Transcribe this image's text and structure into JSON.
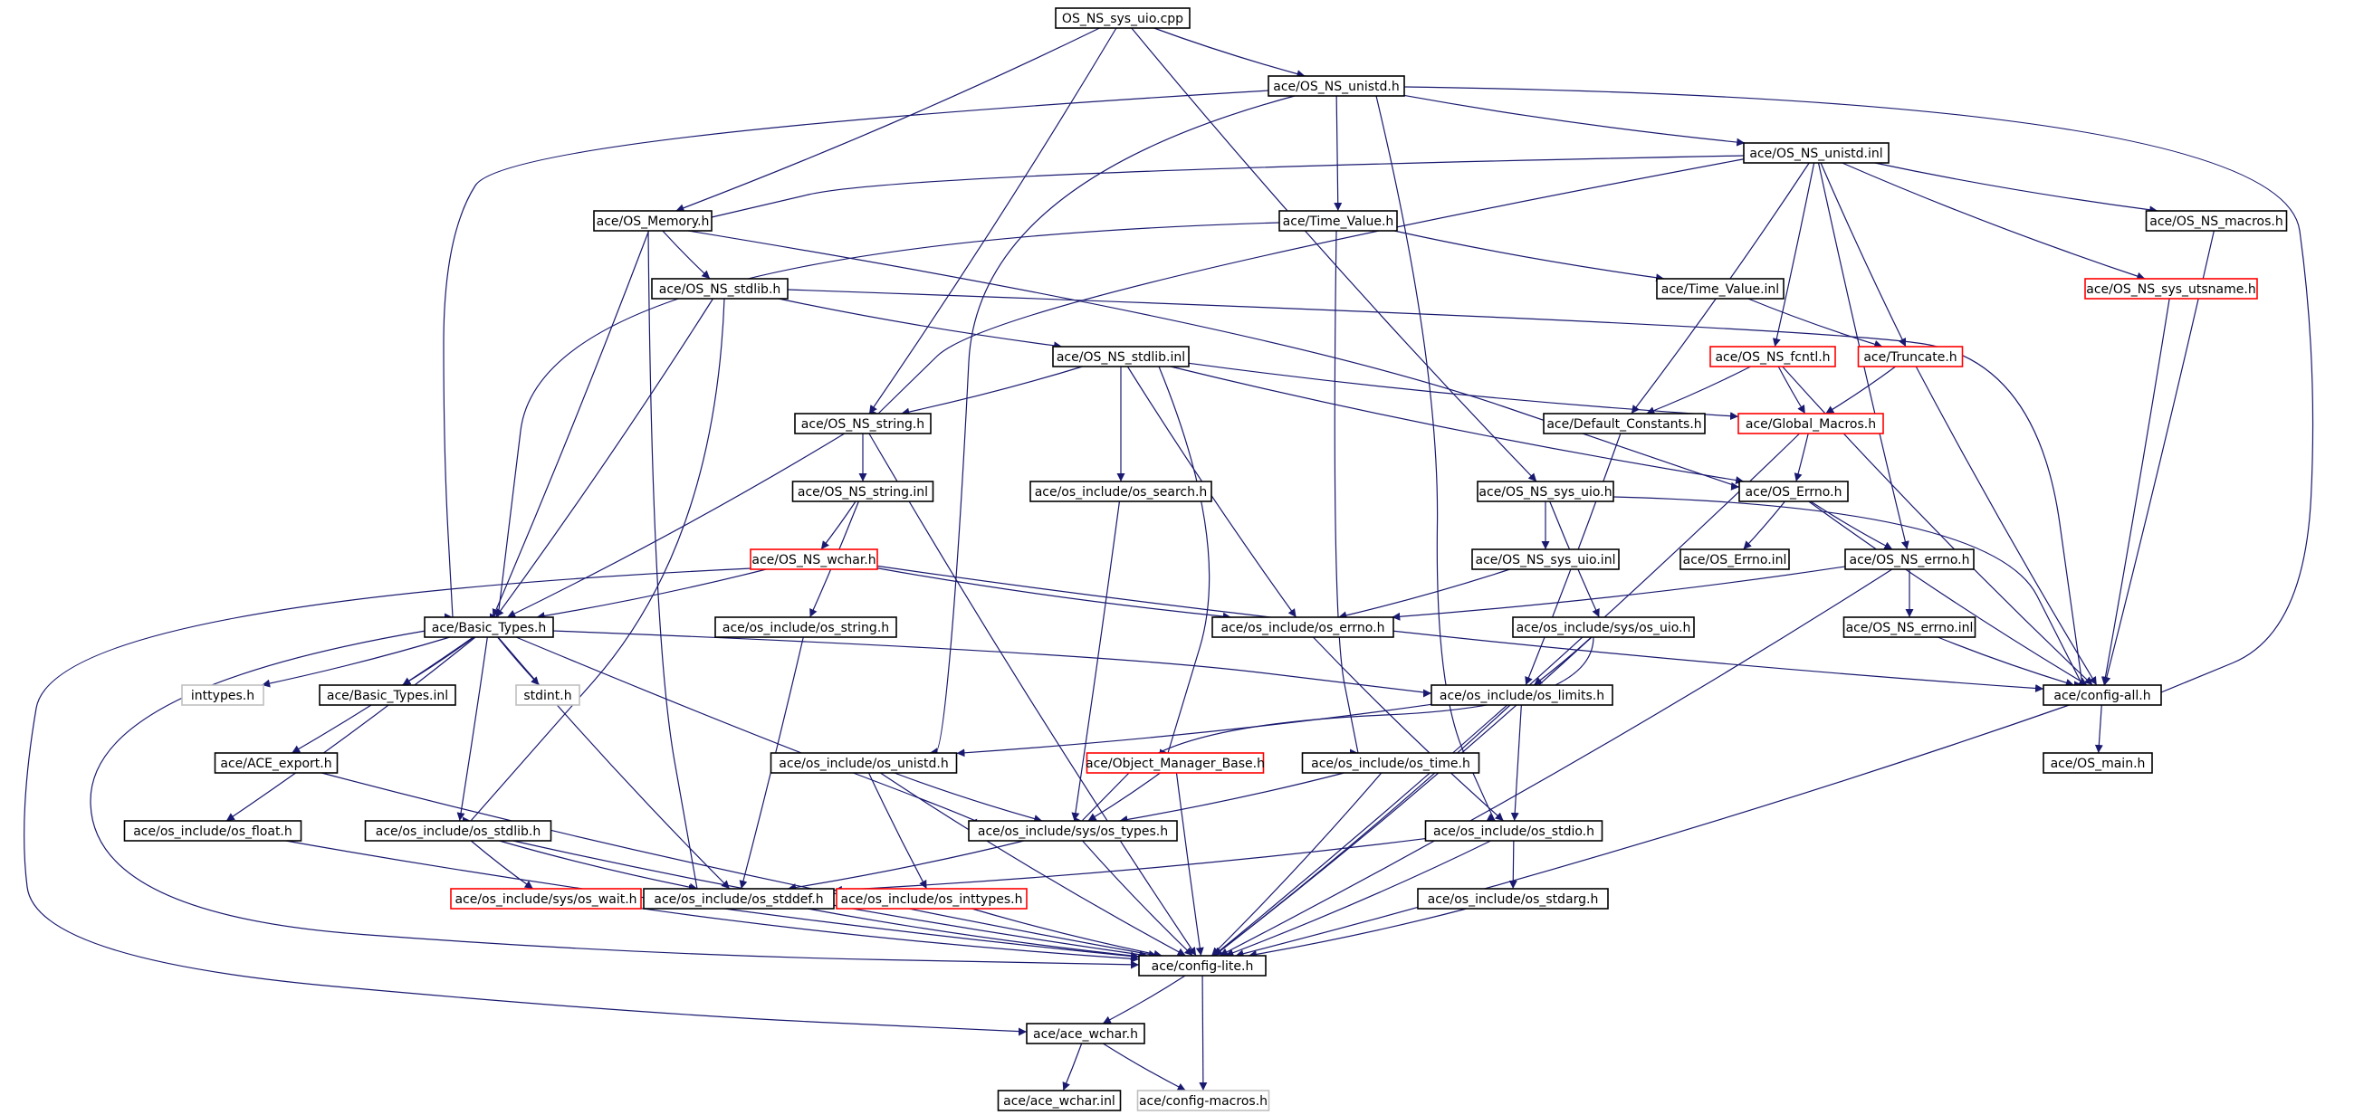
{
  "colors": {
    "edge": "#191970",
    "node_border": "#000000",
    "red_border": "#ff0000",
    "grey_border": "#bfbfbf",
    "root_fill": "#bfbfbf",
    "background": "#ffffff"
  },
  "nodes": [
    {
      "id": "root",
      "label": "OS_NS_sys_uio.cpp",
      "style": "root"
    },
    {
      "id": "unistd_h",
      "label": "ace/OS_NS_unistd.h",
      "style": "normal"
    },
    {
      "id": "unistd_inl",
      "label": "ace/OS_NS_unistd.inl",
      "style": "normal"
    },
    {
      "id": "memory_h",
      "label": "ace/OS_Memory.h",
      "style": "normal"
    },
    {
      "id": "time_value_h",
      "label": "ace/Time_Value.h",
      "style": "normal"
    },
    {
      "id": "macros_h",
      "label": "ace/OS_NS_macros.h",
      "style": "normal"
    },
    {
      "id": "stdlib_h",
      "label": "ace/OS_NS_stdlib.h",
      "style": "normal"
    },
    {
      "id": "time_value_inl",
      "label": "ace/Time_Value.inl",
      "style": "normal"
    },
    {
      "id": "utsname_h",
      "label": "ace/OS_NS_sys_utsname.h",
      "style": "red"
    },
    {
      "id": "stdlib_inl",
      "label": "ace/OS_NS_stdlib.inl",
      "style": "normal"
    },
    {
      "id": "fcntl_h",
      "label": "ace/OS_NS_fcntl.h",
      "style": "red"
    },
    {
      "id": "truncate_h",
      "label": "ace/Truncate.h",
      "style": "red"
    },
    {
      "id": "string_h",
      "label": "ace/OS_NS_string.h",
      "style": "normal"
    },
    {
      "id": "default_constants_h",
      "label": "ace/Default_Constants.h",
      "style": "normal"
    },
    {
      "id": "global_macros_h",
      "label": "ace/Global_Macros.h",
      "style": "red"
    },
    {
      "id": "string_inl",
      "label": "ace/OS_NS_string.inl",
      "style": "normal"
    },
    {
      "id": "os_search_h",
      "label": "ace/os_include/os_search.h",
      "style": "normal"
    },
    {
      "id": "sys_uio_h",
      "label": "ace/OS_NS_sys_uio.h",
      "style": "normal"
    },
    {
      "id": "os_errno_ace_h",
      "label": "ace/OS_Errno.h",
      "style": "normal"
    },
    {
      "id": "wchar_h",
      "label": "ace/OS_NS_wchar.h",
      "style": "red"
    },
    {
      "id": "sys_uio_inl",
      "label": "ace/OS_NS_sys_uio.inl",
      "style": "normal"
    },
    {
      "id": "os_errno_inl",
      "label": "ace/OS_Errno.inl",
      "style": "normal"
    },
    {
      "id": "ns_errno_h",
      "label": "ace/OS_NS_errno.h",
      "style": "normal"
    },
    {
      "id": "basic_types_h",
      "label": "ace/Basic_Types.h",
      "style": "normal"
    },
    {
      "id": "os_string_h",
      "label": "ace/os_include/os_string.h",
      "style": "normal"
    },
    {
      "id": "os_errno_h",
      "label": "ace/os_include/os_errno.h",
      "style": "normal"
    },
    {
      "id": "sys_os_uio_h",
      "label": "ace/os_include/sys/os_uio.h",
      "style": "normal"
    },
    {
      "id": "ns_errno_inl",
      "label": "ace/OS_NS_errno.inl",
      "style": "normal"
    },
    {
      "id": "inttypes_h",
      "label": "inttypes.h",
      "style": "grey"
    },
    {
      "id": "basic_types_inl",
      "label": "ace/Basic_Types.inl",
      "style": "normal"
    },
    {
      "id": "stdint_h",
      "label": "stdint.h",
      "style": "grey"
    },
    {
      "id": "os_limits_h",
      "label": "ace/os_include/os_limits.h",
      "style": "normal"
    },
    {
      "id": "config_all_h",
      "label": "ace/config-all.h",
      "style": "normal"
    },
    {
      "id": "ace_export_h",
      "label": "ace/ACE_export.h",
      "style": "normal"
    },
    {
      "id": "os_unistd_h",
      "label": "ace/os_include/os_unistd.h",
      "style": "normal"
    },
    {
      "id": "obj_mgr_h",
      "label": "ace/Object_Manager_Base.h",
      "style": "red"
    },
    {
      "id": "os_time_h",
      "label": "ace/os_include/os_time.h",
      "style": "normal"
    },
    {
      "id": "os_main_h",
      "label": "ace/OS_main.h",
      "style": "normal"
    },
    {
      "id": "os_float_h",
      "label": "ace/os_include/os_float.h",
      "style": "normal"
    },
    {
      "id": "os_stdlib_h",
      "label": "ace/os_include/os_stdlib.h",
      "style": "normal"
    },
    {
      "id": "sys_os_types_h",
      "label": "ace/os_include/sys/os_types.h",
      "style": "normal"
    },
    {
      "id": "os_stdio_h",
      "label": "ace/os_include/os_stdio.h",
      "style": "normal"
    },
    {
      "id": "sys_os_wait_h",
      "label": "ace/os_include/sys/os_wait.h",
      "style": "red"
    },
    {
      "id": "os_stddef_h",
      "label": "ace/os_include/os_stddef.h",
      "style": "normal"
    },
    {
      "id": "os_inttypes_h",
      "label": "ace/os_include/os_inttypes.h",
      "style": "red"
    },
    {
      "id": "os_stdarg_h",
      "label": "ace/os_include/os_stdarg.h",
      "style": "normal"
    },
    {
      "id": "config_lite_h",
      "label": "ace/config-lite.h",
      "style": "normal"
    },
    {
      "id": "ace_wchar_h",
      "label": "ace/ace_wchar.h",
      "style": "normal"
    },
    {
      "id": "ace_wchar_inl",
      "label": "ace/ace_wchar.inl",
      "style": "normal"
    },
    {
      "id": "config_macros_h",
      "label": "ace/config-macros.h",
      "style": "grey"
    }
  ],
  "edges": [
    [
      "root",
      "unistd_h"
    ],
    [
      "root",
      "memory_h"
    ],
    [
      "root",
      "string_h"
    ],
    [
      "root",
      "sys_uio_h"
    ],
    [
      "unistd_h",
      "unistd_inl"
    ],
    [
      "unistd_h",
      "time_value_h"
    ],
    [
      "unistd_h",
      "basic_types_h"
    ],
    [
      "unistd_h",
      "os_unistd_h"
    ],
    [
      "unistd_h",
      "config_all_h"
    ],
    [
      "unistd_h",
      "os_stdio_h"
    ],
    [
      "unistd_inl",
      "memory_h"
    ],
    [
      "unistd_inl",
      "string_h"
    ],
    [
      "unistd_inl",
      "default_constants_h"
    ],
    [
      "unistd_inl",
      "fcntl_h"
    ],
    [
      "unistd_inl",
      "truncate_h"
    ],
    [
      "unistd_inl",
      "ns_errno_h"
    ],
    [
      "unistd_inl",
      "utsname_h"
    ],
    [
      "unistd_inl",
      "macros_h"
    ],
    [
      "memory_h",
      "stdlib_h"
    ],
    [
      "memory_h",
      "basic_types_h"
    ],
    [
      "memory_h",
      "os_stddef_h"
    ],
    [
      "memory_h",
      "os_errno_ace_h"
    ],
    [
      "time_value_h",
      "time_value_inl"
    ],
    [
      "time_value_h",
      "basic_types_h"
    ],
    [
      "time_value_h",
      "os_time_h"
    ],
    [
      "time_value_inl",
      "truncate_h"
    ],
    [
      "macros_h",
      "config_all_h"
    ],
    [
      "utsname_h",
      "config_all_h"
    ],
    [
      "stdlib_h",
      "stdlib_inl"
    ],
    [
      "stdlib_h",
      "basic_types_h"
    ],
    [
      "stdlib_h",
      "os_stdlib_h"
    ],
    [
      "stdlib_h",
      "config_all_h"
    ],
    [
      "stdlib_inl",
      "string_h"
    ],
    [
      "stdlib_inl",
      "global_macros_h"
    ],
    [
      "stdlib_inl",
      "os_search_h"
    ],
    [
      "stdlib_inl",
      "os_errno_h"
    ],
    [
      "stdlib_inl",
      "obj_mgr_h"
    ],
    [
      "stdlib_inl",
      "os_errno_ace_h"
    ],
    [
      "fcntl_h",
      "default_constants_h"
    ],
    [
      "fcntl_h",
      "global_macros_h"
    ],
    [
      "fcntl_h",
      "config_all_h"
    ],
    [
      "truncate_h",
      "global_macros_h"
    ],
    [
      "truncate_h",
      "config_all_h"
    ],
    [
      "string_h",
      "string_inl"
    ],
    [
      "string_h",
      "basic_types_h"
    ],
    [
      "string_h",
      "config_lite_h"
    ],
    [
      "default_constants_h",
      "os_limits_h"
    ],
    [
      "global_macros_h",
      "os_errno_ace_h"
    ],
    [
      "global_macros_h",
      "config_lite_h"
    ],
    [
      "string_inl",
      "wchar_h"
    ],
    [
      "string_inl",
      "os_string_h"
    ],
    [
      "os_search_h",
      "sys_os_types_h"
    ],
    [
      "sys_uio_h",
      "sys_uio_inl"
    ],
    [
      "sys_uio_h",
      "sys_os_uio_h"
    ],
    [
      "sys_uio_h",
      "config_all_h"
    ],
    [
      "os_errno_ace_h",
      "os_errno_inl"
    ],
    [
      "os_errno_ace_h",
      "ns_errno_h"
    ],
    [
      "os_errno_ace_h",
      "config_all_h"
    ],
    [
      "wchar_h",
      "basic_types_h"
    ],
    [
      "wchar_h",
      "os_errno_h"
    ],
    [
      "wchar_h",
      "config_all_h"
    ],
    [
      "wchar_h",
      "ace_wchar_h"
    ],
    [
      "sys_uio_inl",
      "os_errno_h"
    ],
    [
      "ns_errno_h",
      "os_errno_h"
    ],
    [
      "ns_errno_h",
      "ns_errno_inl"
    ],
    [
      "ns_errno_h",
      "config_lite_h"
    ],
    [
      "ns_errno_inl",
      "config_all_h"
    ],
    [
      "basic_types_h",
      "inttypes_h"
    ],
    [
      "basic_types_h",
      "basic_types_inl"
    ],
    [
      "basic_types_h",
      "stdint_h"
    ],
    [
      "basic_types_h",
      "ace_export_h"
    ],
    [
      "basic_types_h",
      "os_float_h"
    ],
    [
      "basic_types_h",
      "os_stdlib_h"
    ],
    [
      "basic_types_h",
      "os_limits_h"
    ],
    [
      "basic_types_h",
      "sys_os_types_h"
    ],
    [
      "basic_types_h",
      "os_stddef_h"
    ],
    [
      "basic_types_h",
      "config_lite_h"
    ],
    [
      "os_string_h",
      "os_stddef_h"
    ],
    [
      "os_errno_h",
      "os_stdio_h"
    ],
    [
      "sys_os_uio_h",
      "os_limits_h"
    ],
    [
      "sys_os_uio_h",
      "sys_os_types_h"
    ],
    [
      "sys_os_uio_h",
      "config_lite_h"
    ],
    [
      "os_limits_h",
      "os_unistd_h"
    ],
    [
      "os_limits_h",
      "os_stdio_h"
    ],
    [
      "os_limits_h",
      "config_lite_h"
    ],
    [
      "config_all_h",
      "os_main_h"
    ],
    [
      "config_all_h",
      "config_lite_h"
    ],
    [
      "ace_export_h",
      "config_lite_h"
    ],
    [
      "os_unistd_h",
      "sys_os_types_h"
    ],
    [
      "os_unistd_h",
      "os_inttypes_h"
    ],
    [
      "os_unistd_h",
      "config_lite_h"
    ],
    [
      "obj_mgr_h",
      "sys_os_types_h"
    ],
    [
      "obj_mgr_h",
      "config_lite_h"
    ],
    [
      "os_time_h",
      "sys_os_types_h"
    ],
    [
      "os_time_h",
      "config_lite_h"
    ],
    [
      "os_float_h",
      "config_lite_h"
    ],
    [
      "os_stdlib_h",
      "sys_os_wait_h"
    ],
    [
      "os_stdlib_h",
      "os_stddef_h"
    ],
    [
      "os_stdlib_h",
      "config_lite_h"
    ],
    [
      "sys_os_types_h",
      "os_stddef_h"
    ],
    [
      "sys_os_types_h",
      "config_lite_h"
    ],
    [
      "os_stdio_h",
      "os_stddef_h"
    ],
    [
      "os_stdio_h",
      "os_stdarg_h"
    ],
    [
      "os_stdio_h",
      "config_lite_h"
    ],
    [
      "sys_os_wait_h",
      "config_lite_h"
    ],
    [
      "os_stddef_h",
      "config_lite_h"
    ],
    [
      "os_inttypes_h",
      "config_lite_h"
    ],
    [
      "os_stdarg_h",
      "config_lite_h"
    ],
    [
      "config_lite_h",
      "ace_wchar_h"
    ],
    [
      "config_lite_h",
      "config_macros_h"
    ],
    [
      "ace_wchar_h",
      "ace_wchar_inl"
    ],
    [
      "ace_wchar_h",
      "config_macros_h"
    ]
  ]
}
